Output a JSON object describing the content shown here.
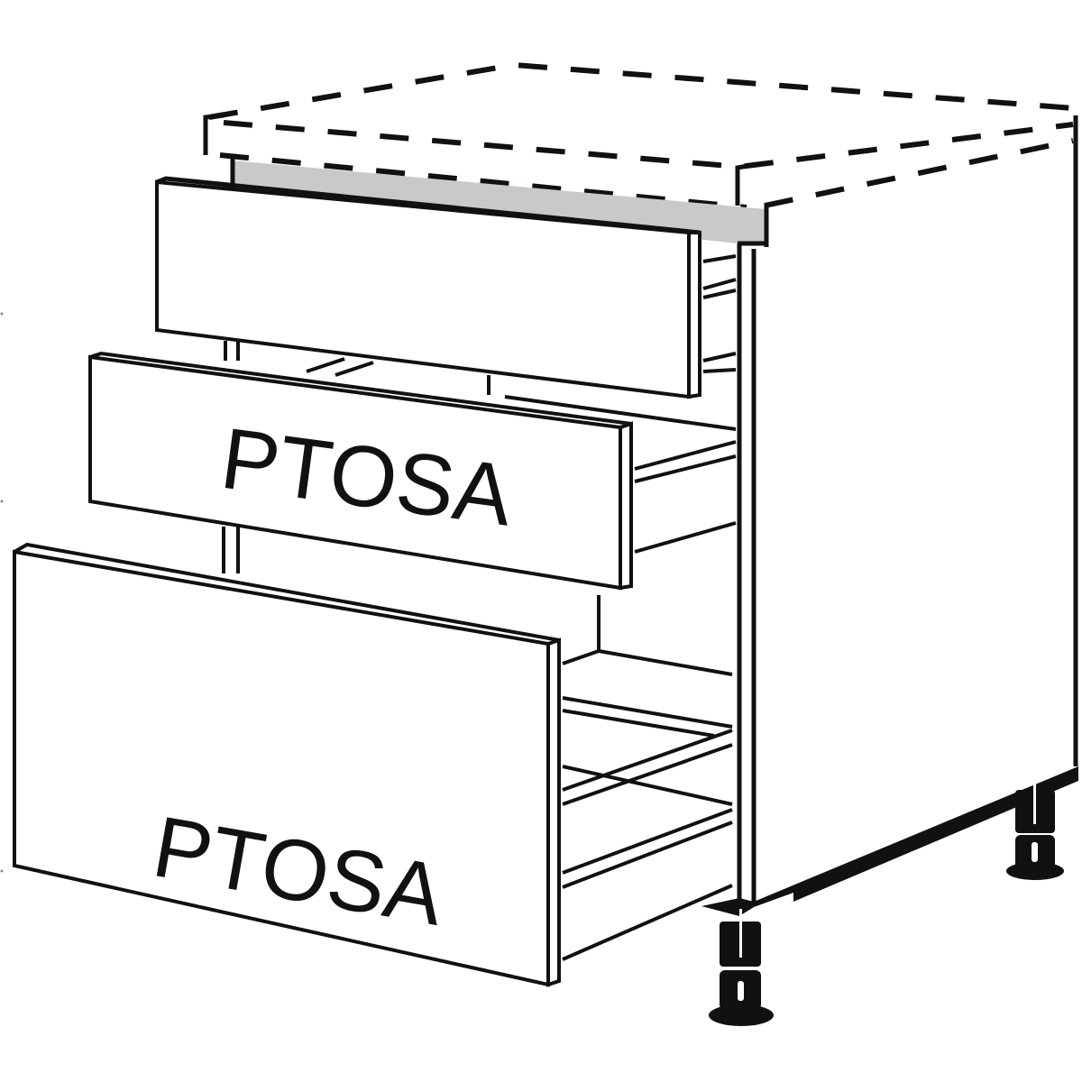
{
  "diagram": {
    "subject": "base cabinet with three drawers and dashed worktop outline",
    "colors": {
      "line": "#111111",
      "background": "#ffffff",
      "top_rail": "#c8c9cb"
    },
    "drawers": [
      {
        "position": "top",
        "label": ""
      },
      {
        "position": "middle",
        "label": "PTOSA"
      },
      {
        "position": "bottom",
        "label": "PTOSA"
      }
    ],
    "worktop": {
      "style": "dashed outline"
    },
    "legs": {
      "count_visible": 2
    }
  }
}
